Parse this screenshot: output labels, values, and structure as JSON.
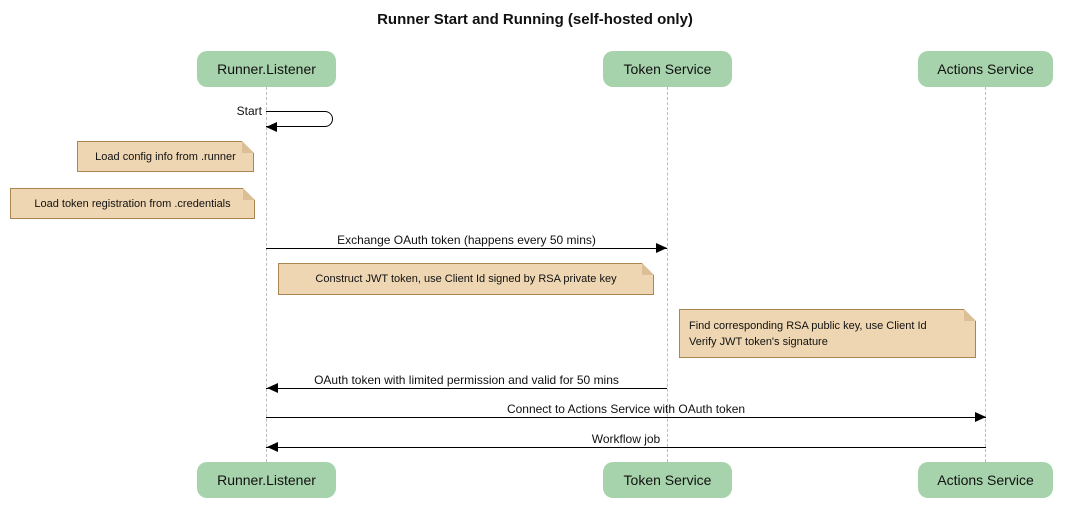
{
  "diagram": {
    "type": "sequence",
    "title": "Runner Start and Running (self-hosted only)",
    "actors": [
      {
        "name": "Runner.Listener"
      },
      {
        "name": "Token Service"
      },
      {
        "name": "Actions Service"
      }
    ],
    "messages": [
      {
        "label": "Start",
        "from": "Runner.Listener",
        "to": "Runner.Listener",
        "kind": "self"
      },
      {
        "label": "Exchange OAuth token (happens every 50 mins)",
        "from": "Runner.Listener",
        "to": "Token Service",
        "kind": "solid-arrow"
      },
      {
        "label": "OAuth token with limited permission and valid for 50 mins",
        "from": "Token Service",
        "to": "Runner.Listener",
        "kind": "solid-arrow"
      },
      {
        "label": "Connect to Actions Service with OAuth token",
        "from": "Runner.Listener",
        "to": "Actions Service",
        "kind": "solid-arrow"
      },
      {
        "label": "Workflow job",
        "from": "Actions Service",
        "to": "Runner.Listener",
        "kind": "solid-arrow"
      }
    ],
    "notes": [
      {
        "text": "Load config info from .runner",
        "position": "left of Runner.Listener"
      },
      {
        "text": "Load token registration from .credentials",
        "position": "left of Runner.Listener"
      },
      {
        "text": "Construct JWT token, use Client Id signed by RSA private key",
        "position": "between Runner.Listener and Token Service"
      },
      {
        "line1": "Find corresponding RSA public key, use Client Id",
        "line2": "Verify JWT token's signature",
        "position": "between Token Service and Actions Service"
      }
    ],
    "colors": {
      "actor_fill": "#a6d3ab",
      "note_fill": "#eed6b2",
      "note_border": "#aa8752",
      "note_fold": "#ddbf97",
      "lifeline": "#bdbdbd",
      "arrow": "#000000",
      "background": "#ffffff"
    }
  }
}
